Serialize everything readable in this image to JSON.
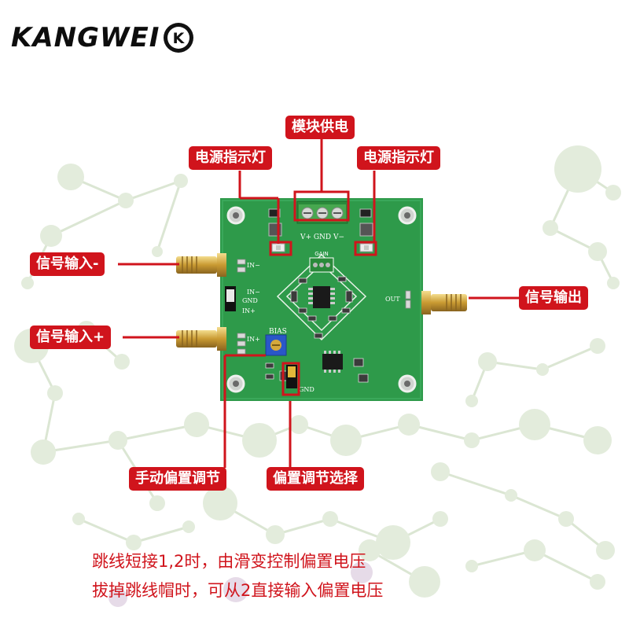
{
  "brand": {
    "name": "KANGWEI",
    "badge": "K"
  },
  "board": {
    "silk": {
      "gain": "GAIN",
      "power": "V+  GND  V−",
      "in_minus": "IN−",
      "in_minus2": "IN−",
      "gnd": "GND",
      "in_plus": "IN+",
      "in_plus2": "IN+",
      "out": "OUT",
      "bias": "BIAS",
      "gnd2": "GND"
    }
  },
  "callouts": {
    "module_power": "模块供电",
    "power_led_left": "电源指示灯",
    "power_led_right": "电源指示灯",
    "signal_in_minus": "信号输入-",
    "signal_in_plus": "信号输入+",
    "signal_out": "信号输出",
    "manual_bias": "手动偏置调节",
    "bias_select": "偏置调节选择"
  },
  "notes": {
    "line1": "跳线短接1,2时，由滑变控制偏置电压",
    "line2": "拔掉跳线帽时，可从2直接输入偏置电压"
  },
  "colors": {
    "accent": "#d0141c",
    "pcb": "#2e9a4a",
    "network": "#d9e6cf"
  }
}
